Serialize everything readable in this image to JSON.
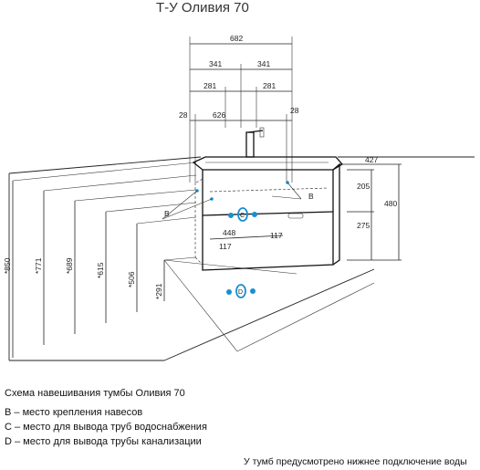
{
  "title": "Т-У Оливия 70",
  "dimensions": {
    "total_width": "682",
    "half_left": "341",
    "half_right": "341",
    "inner_left": "281",
    "inner_right": "281",
    "center_span": "626",
    "offset_left": "28",
    "offset_right": "28",
    "depth": "427",
    "upper_height": "205",
    "lower_height": "275",
    "total_height": "480",
    "mid_width": "448",
    "left_offset_117": "117",
    "right_offset_117": "117",
    "h850": "*850",
    "h771": "*771",
    "h689": "*689",
    "h615": "*615",
    "h506": "*506",
    "h291": "*291"
  },
  "markers": {
    "b_left": "B",
    "b_right": "B",
    "c_marker": "C",
    "d_marker": "D"
  },
  "colors": {
    "marker_blue": "#1a8fd0",
    "line": "#222222"
  },
  "captions": {
    "heading": "Схема навешивания тумбы Оливия 70",
    "b_desc": "B – место крепления навесов",
    "c_desc": "C – место для вывода труб водоснабжения",
    "d_desc": "D – место для вывода трубы канализации",
    "note": "У тумб предусмотрено нижнее подключение воды"
  }
}
